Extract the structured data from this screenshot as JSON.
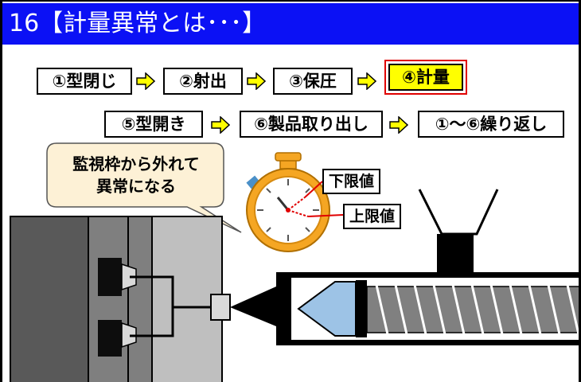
{
  "title": "16【計量異常とは･･･】",
  "steps": [
    {
      "label": "①型閉じ"
    },
    {
      "label": "②射出"
    },
    {
      "label": "③保圧"
    },
    {
      "label": "④計量",
      "active": true
    },
    {
      "label": "⑤型開き"
    },
    {
      "label": "⑥製品取り出し"
    },
    {
      "label": "①～⑥繰り返し"
    }
  ],
  "callout": {
    "line1": "監視枠から外れて",
    "line2": "異常になる"
  },
  "limits": {
    "lower": "下限値",
    "upper": "上限値"
  },
  "colors": {
    "title_bar": "#0b11f5",
    "active_step": "#ffff00",
    "active_border": "#e00000",
    "arrow": "#ffff00",
    "callout_fill": "#fdf1d6",
    "stopwatch_rim": "#f5a623"
  }
}
